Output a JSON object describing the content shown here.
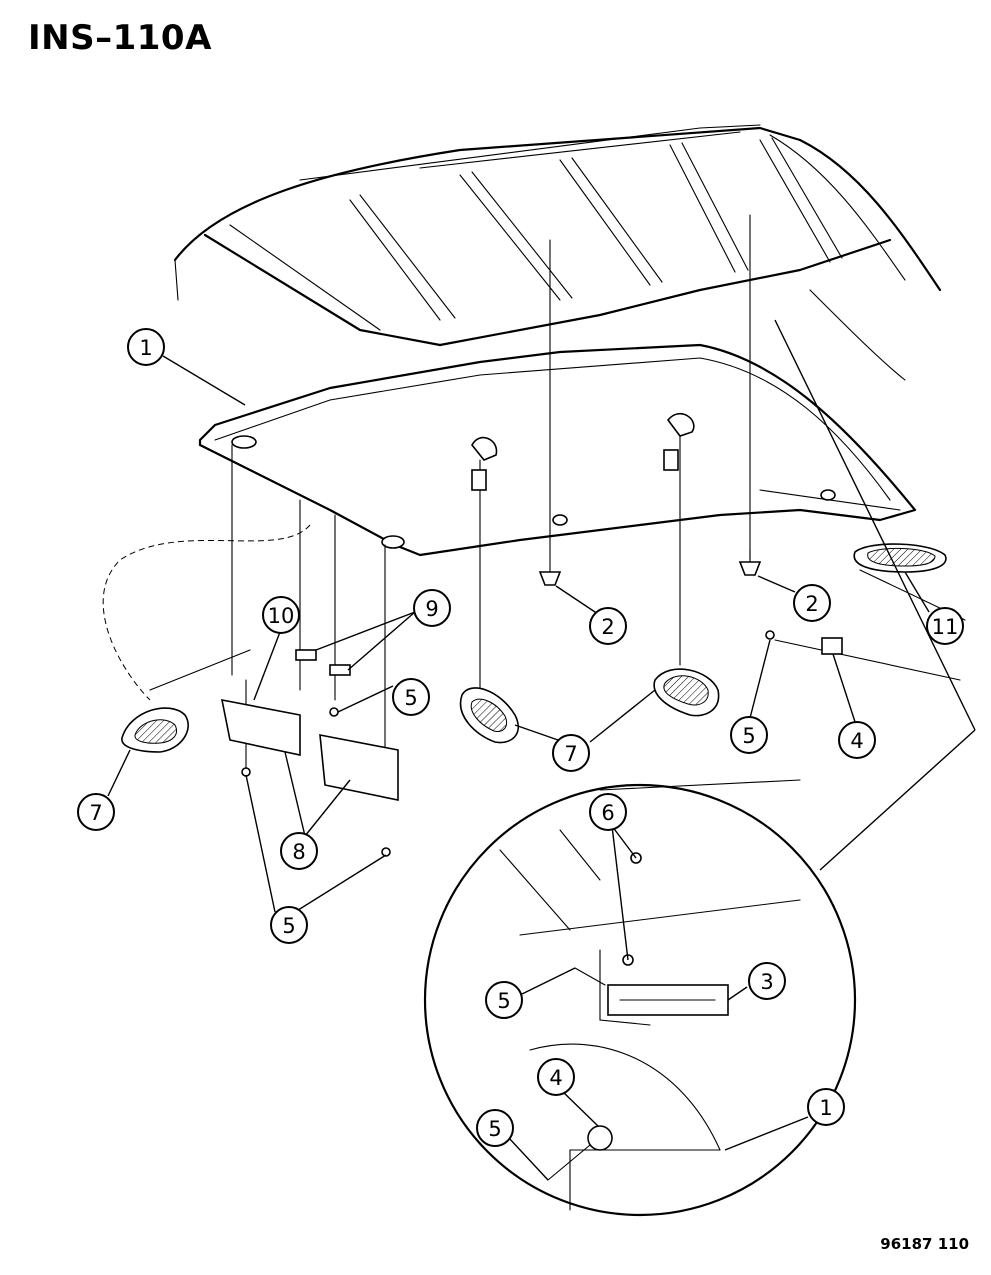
{
  "title": "INS–110A",
  "reference_code": "96187 110",
  "callouts": [
    {
      "id": "c1a",
      "label": "1"
    },
    {
      "id": "c1b",
      "label": "1"
    },
    {
      "id": "c2a",
      "label": "2"
    },
    {
      "id": "c2b",
      "label": "2"
    },
    {
      "id": "c3",
      "label": "3"
    },
    {
      "id": "c4a",
      "label": "4"
    },
    {
      "id": "c4b",
      "label": "4"
    },
    {
      "id": "c5a",
      "label": "5"
    },
    {
      "id": "c5b",
      "label": "5"
    },
    {
      "id": "c5c",
      "label": "5"
    },
    {
      "id": "c5d",
      "label": "5"
    },
    {
      "id": "c5e",
      "label": "5"
    },
    {
      "id": "c6",
      "label": "6"
    },
    {
      "id": "c7a",
      "label": "7"
    },
    {
      "id": "c7b",
      "label": "7"
    },
    {
      "id": "c8",
      "label": "8"
    },
    {
      "id": "c9",
      "label": "9"
    },
    {
      "id": "c10",
      "label": "10"
    },
    {
      "id": "c11",
      "label": "11"
    }
  ]
}
